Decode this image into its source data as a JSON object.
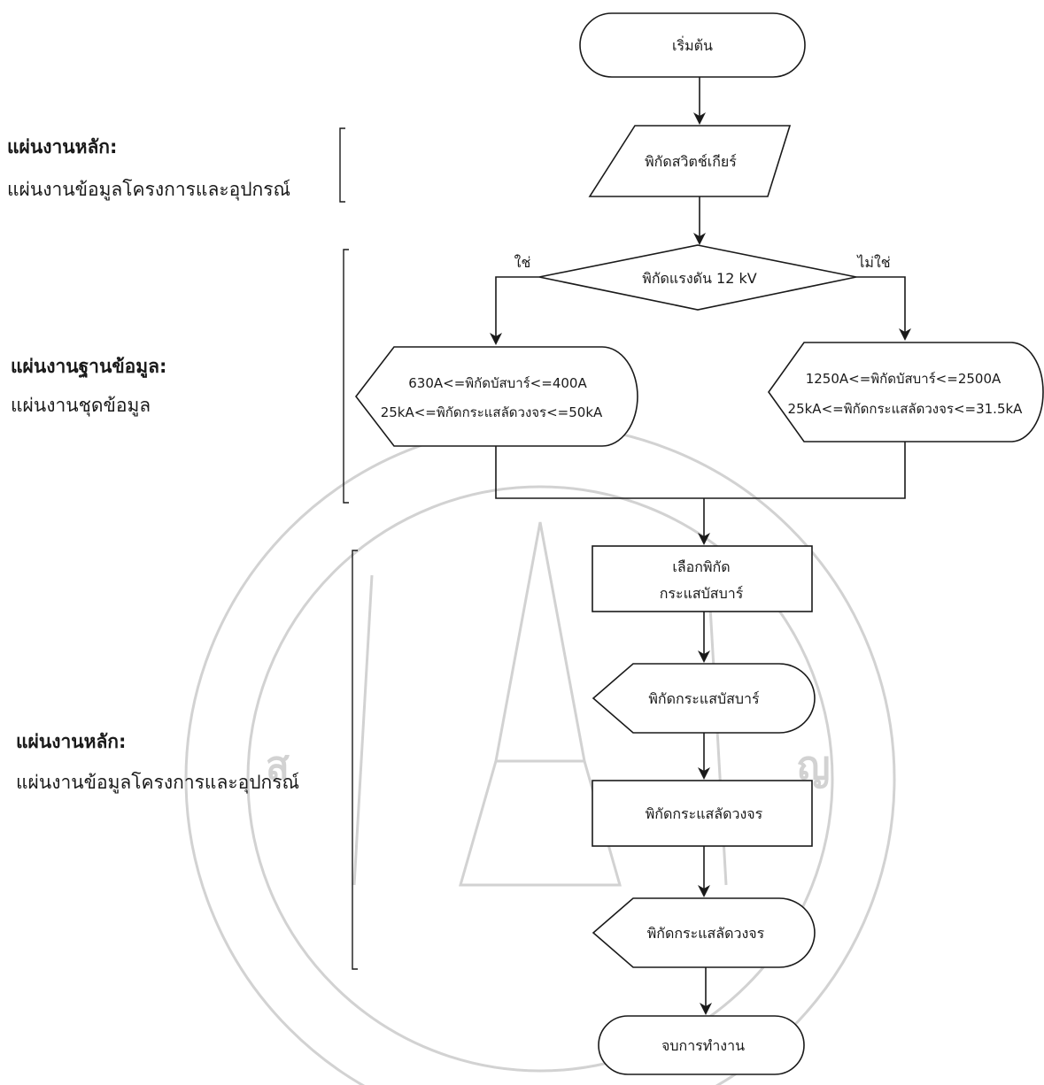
{
  "sections": [
    {
      "title": "แผ่นงานหลัก:",
      "subtitle": "แผ่นงานข้อมูลโครงการและอุปกรณ์"
    },
    {
      "title": "แผ่นงานฐานข้อมูล:",
      "subtitle": "แผ่นงานชุดข้อมูล"
    },
    {
      "title": "แผ่นงานหลัก:",
      "subtitle": "แผ่นงานข้อมูลโครงการและอุปกรณ์"
    }
  ],
  "flowchart": {
    "start": "เริ่มต้น",
    "input_rating": "พิกัดสวิตช์เกียร์",
    "decision": "พิกัดแรงดัน 12 kV",
    "yes_label": "ใช่",
    "no_label": "ไม่ใช่",
    "display_yes": {
      "line1": "630A<=พิกัดบัสบาร์<=400A",
      "line2": "25kA<=พิกัดกระแสลัดวงจร<=50kA"
    },
    "display_no": {
      "line1": "1250A<=พิกัดบัสบาร์<=2500A",
      "line2": "25kA<=พิกัดกระแสลัดวงจร<=31.5kA"
    },
    "select_busbar": {
      "line1": "เลือกพิกัด",
      "line2": "กระแสบัสบาร์"
    },
    "display_busbar": "พิกัดกระแสบัสบาร์",
    "process_shortcircuit": "พิกัดกระแสลัดวงจร",
    "display_shortcircuit": "พิกัดกระแสลัดวงจร",
    "end": "จบการทำงาน"
  }
}
